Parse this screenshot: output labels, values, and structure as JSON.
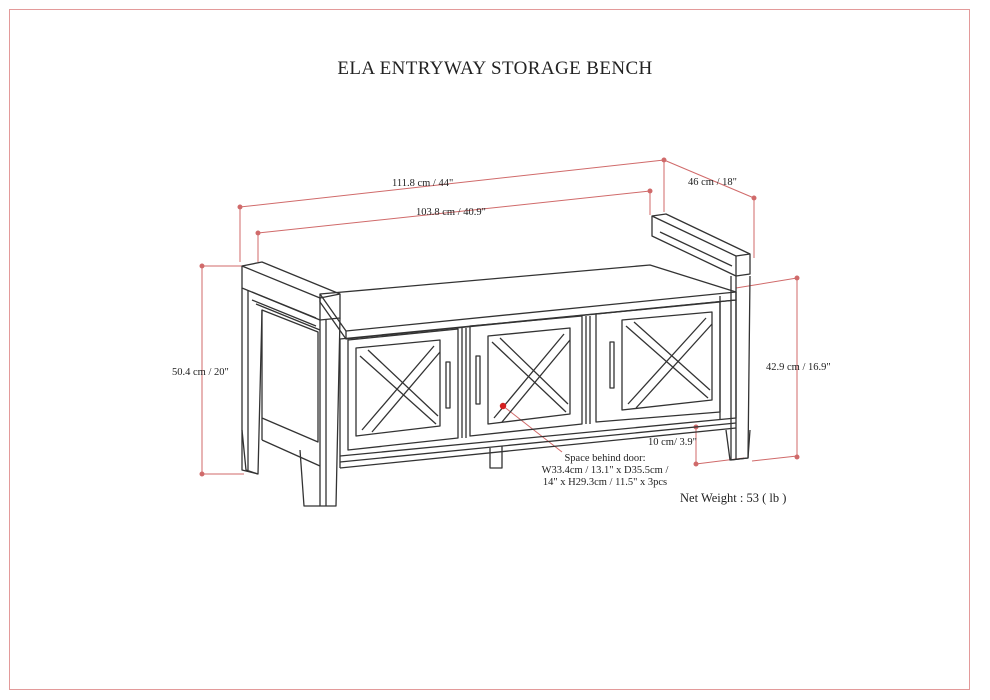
{
  "title": "ELA ENTRYWAY STORAGE BENCH",
  "dimensions": {
    "overall_width": "111.8 cm / 44\"",
    "depth": "46 cm / 18\"",
    "seat_width": "103.8 cm / 40.9\"",
    "overall_height": "50.4 cm / 20\"",
    "seat_height": "42.9 cm / 16.9\"",
    "clearance": "10 cm/ 3.9\""
  },
  "space_note": [
    "Space behind door:",
    "W33.4cm / 13.1\" x D35.5cm /",
    "14\" x H29.3cm / 11.5\" x 3pcs"
  ],
  "net_weight": "Net Weight : 53 ( lb )",
  "colors": {
    "frame": "#e39a9a",
    "dimension_line": "#d06a6a",
    "line_art": "#333333",
    "marker": "#d42020"
  }
}
